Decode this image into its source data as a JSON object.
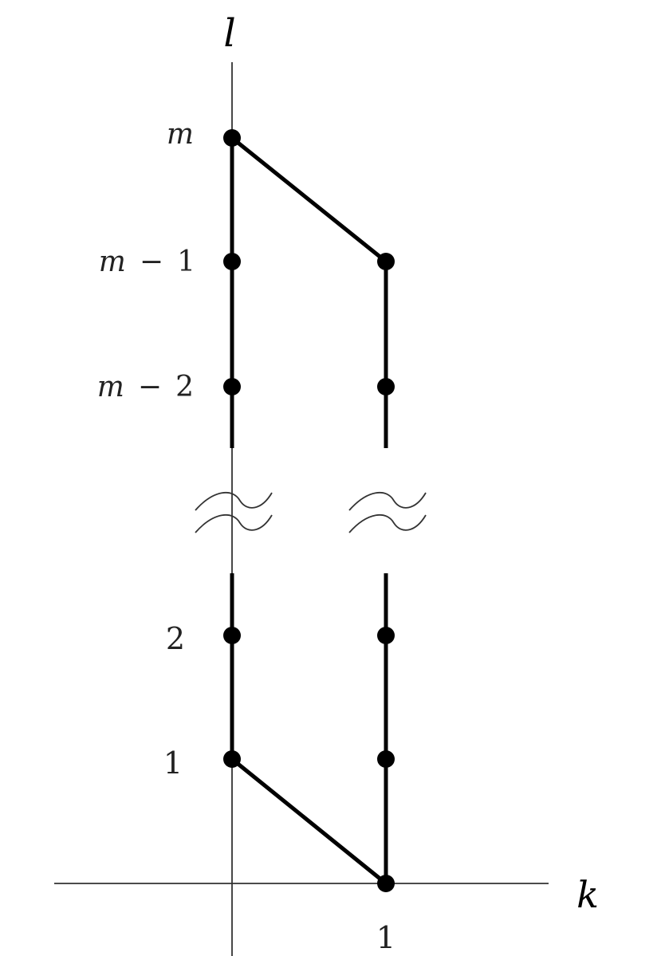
{
  "axes": {
    "vertical_label": "l",
    "horizontal_label": "k"
  },
  "labels": {
    "m": "m",
    "m_minus_1": {
      "var": "m",
      "op": "−",
      "num": "1"
    },
    "m_minus_2": {
      "var": "m",
      "op": "−",
      "num": "2"
    },
    "two": "2",
    "one": "1",
    "k_one": "1"
  },
  "points": [
    {
      "id": "p-0-m",
      "k": 0,
      "l": "m"
    },
    {
      "id": "p-0-m1",
      "k": 0,
      "l": "m-1"
    },
    {
      "id": "p-0-m2",
      "k": 0,
      "l": "m-2"
    },
    {
      "id": "p-0-2",
      "k": 0,
      "l": "2"
    },
    {
      "id": "p-0-1",
      "k": 0,
      "l": "1"
    },
    {
      "id": "p-1-m1",
      "k": 1,
      "l": "m-1"
    },
    {
      "id": "p-1-m2",
      "k": 1,
      "l": "m-2"
    },
    {
      "id": "p-1-2",
      "k": 1,
      "l": "2"
    },
    {
      "id": "p-1-1",
      "k": 1,
      "l": "1"
    },
    {
      "id": "p-1-0",
      "k": 1,
      "l": "0"
    }
  ],
  "colors": {
    "ink": "#000000",
    "axis": "#333333",
    "label": "#222222"
  }
}
